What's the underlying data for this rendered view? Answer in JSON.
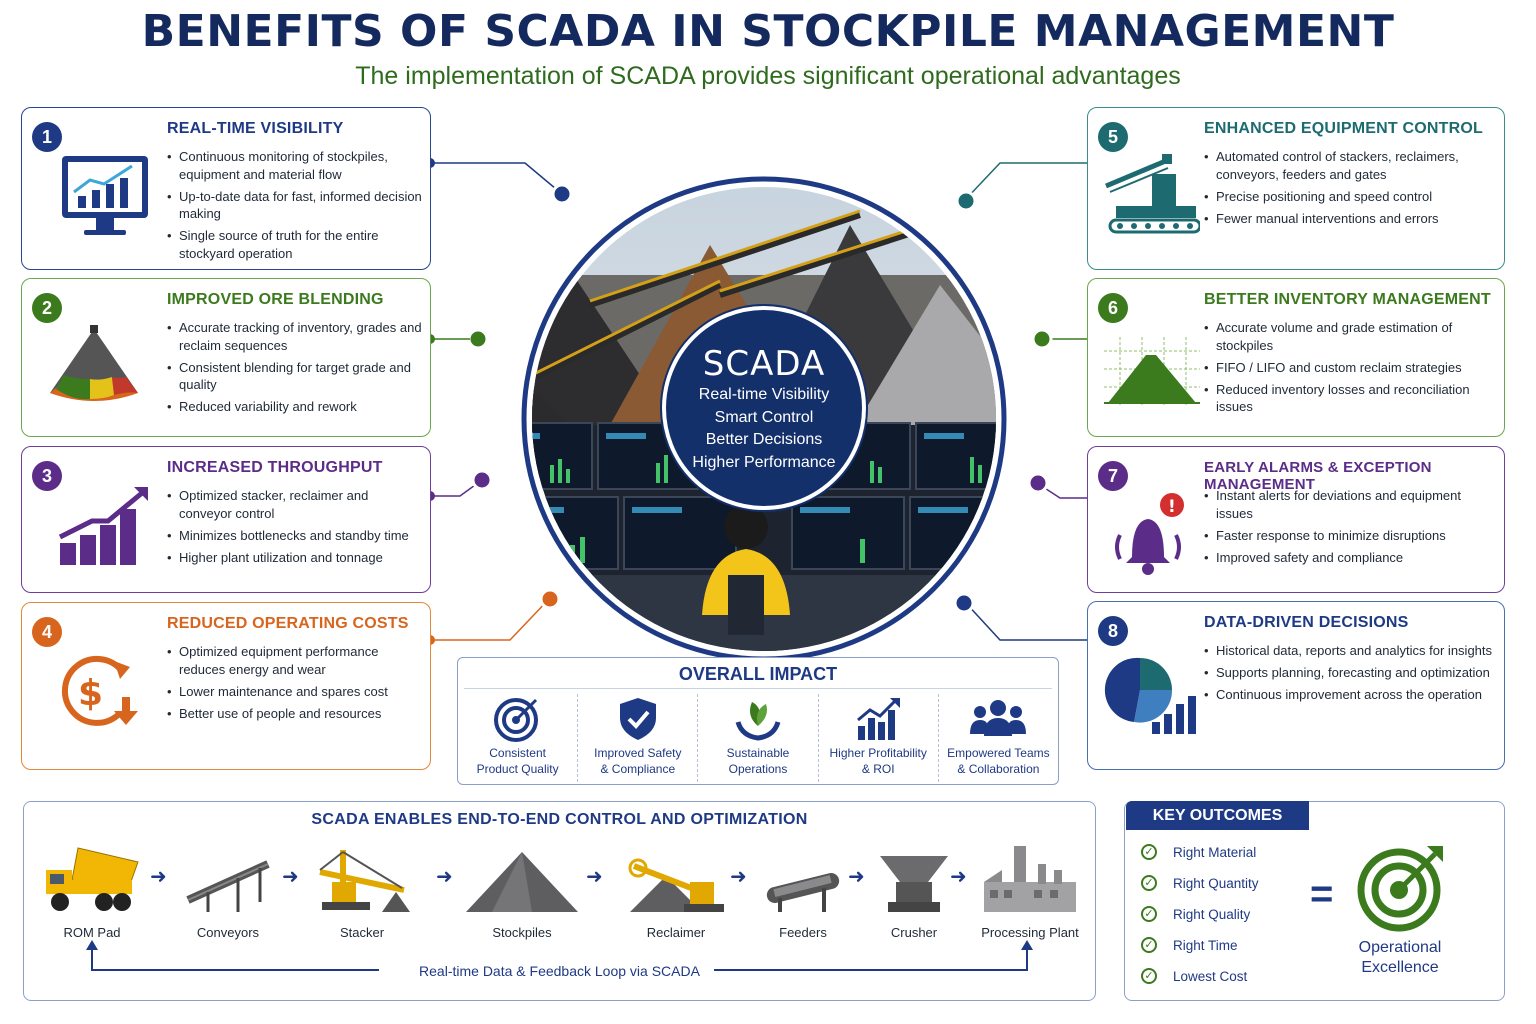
{
  "header": {
    "title": "BENEFITS OF SCADA IN STOCKPILE MANAGEMENT",
    "subtitle": "The implementation of SCADA provides significant operational advantages"
  },
  "colors": {
    "navy": "#1f3a85",
    "green": "#3c7a1e",
    "purple": "#5b2c88",
    "orange": "#d8651e",
    "teal": "#1d6b70"
  },
  "left_cards": [
    {
      "num": "1",
      "title": "REAL-TIME VISIBILITY",
      "icon": "monitor-chart-icon",
      "bullets": [
        "Continuous monitoring of stockpiles, equipment and material flow",
        "Up-to-date data for fast, informed decision making",
        "Single source of truth for the entire stockyard operation"
      ]
    },
    {
      "num": "2",
      "title": "IMPROVED ORE BLENDING",
      "icon": "stockpile-blend-icon",
      "bullets": [
        "Accurate tracking of inventory, grades and reclaim sequences",
        "Consistent blending for target grade and quality",
        "Reduced variability and rework"
      ]
    },
    {
      "num": "3",
      "title": "INCREASED THROUGHPUT",
      "icon": "growth-bars-icon",
      "bullets": [
        "Optimized stacker, reclaimer and conveyor control",
        "Minimizes bottlenecks and standby time",
        "Higher plant utilization and tonnage"
      ]
    },
    {
      "num": "4",
      "title": "REDUCED OPERATING COSTS",
      "icon": "dollar-down-icon",
      "bullets": [
        "Optimized equipment performance reduces energy and wear",
        "Lower maintenance and spares cost",
        "Better use of people and resources"
      ]
    }
  ],
  "right_cards": [
    {
      "num": "5",
      "title": "ENHANCED EQUIPMENT CONTROL",
      "icon": "stacker-machine-icon",
      "bullets": [
        "Automated control of stackers, reclaimers, conveyors, feeders and gates",
        "Precise positioning and speed control",
        "Fewer manual interventions and errors"
      ]
    },
    {
      "num": "6",
      "title": "BETTER INVENTORY MANAGEMENT",
      "icon": "volume-grid-icon",
      "bullets": [
        "Accurate volume and grade estimation of stockpiles",
        "FIFO / LIFO and custom reclaim strategies",
        "Reduced inventory losses and reconciliation issues"
      ]
    },
    {
      "num": "7",
      "title": "EARLY ALARMS & EXCEPTION MANAGEMENT",
      "icon": "alarm-bell-icon",
      "bullets": [
        "Instant alerts for deviations and equipment issues",
        "Faster response to minimize disruptions",
        "Improved safety and compliance"
      ]
    },
    {
      "num": "8",
      "title": "DATA-DRIVEN DECISIONS",
      "icon": "pie-bars-icon",
      "bullets": [
        "Historical data, reports and analytics for insights",
        "Supports planning, forecasting and optimization",
        "Continuous improvement across the operation"
      ]
    }
  ],
  "center": {
    "title": "SCADA",
    "lines": [
      "Real-time Visibility",
      "Smart Control",
      "Better Decisions",
      "Higher Performance"
    ]
  },
  "overall_impact": {
    "title": "OVERALL IMPACT",
    "items": [
      {
        "label1": "Consistent",
        "label2": "Product Quality",
        "icon": "target-icon"
      },
      {
        "label1": "Improved Safety",
        "label2": "& Compliance",
        "icon": "shield-check-icon"
      },
      {
        "label1": "Sustainable",
        "label2": "Operations",
        "icon": "leaf-hands-icon"
      },
      {
        "label1": "Higher Profitability",
        "label2": "& ROI",
        "icon": "profit-chart-icon"
      },
      {
        "label1": "Empowered Teams",
        "label2": "& Collaboration",
        "icon": "team-icon"
      }
    ]
  },
  "flow": {
    "title": "SCADA ENABLES END-TO-END CONTROL AND OPTIMIZATION",
    "steps": [
      "ROM Pad",
      "Conveyors",
      "Stacker",
      "Stockpiles",
      "Reclaimer",
      "Feeders",
      "Crusher",
      "Processing Plant"
    ],
    "loop_label": "Real-time Data & Feedback Loop via SCADA"
  },
  "outcomes": {
    "title": "KEY OUTCOMES",
    "items": [
      "Right Material",
      "Right Quantity",
      "Right Quality",
      "Right Time",
      "Lowest Cost"
    ],
    "result_line1": "Operational",
    "result_line2": "Excellence"
  }
}
